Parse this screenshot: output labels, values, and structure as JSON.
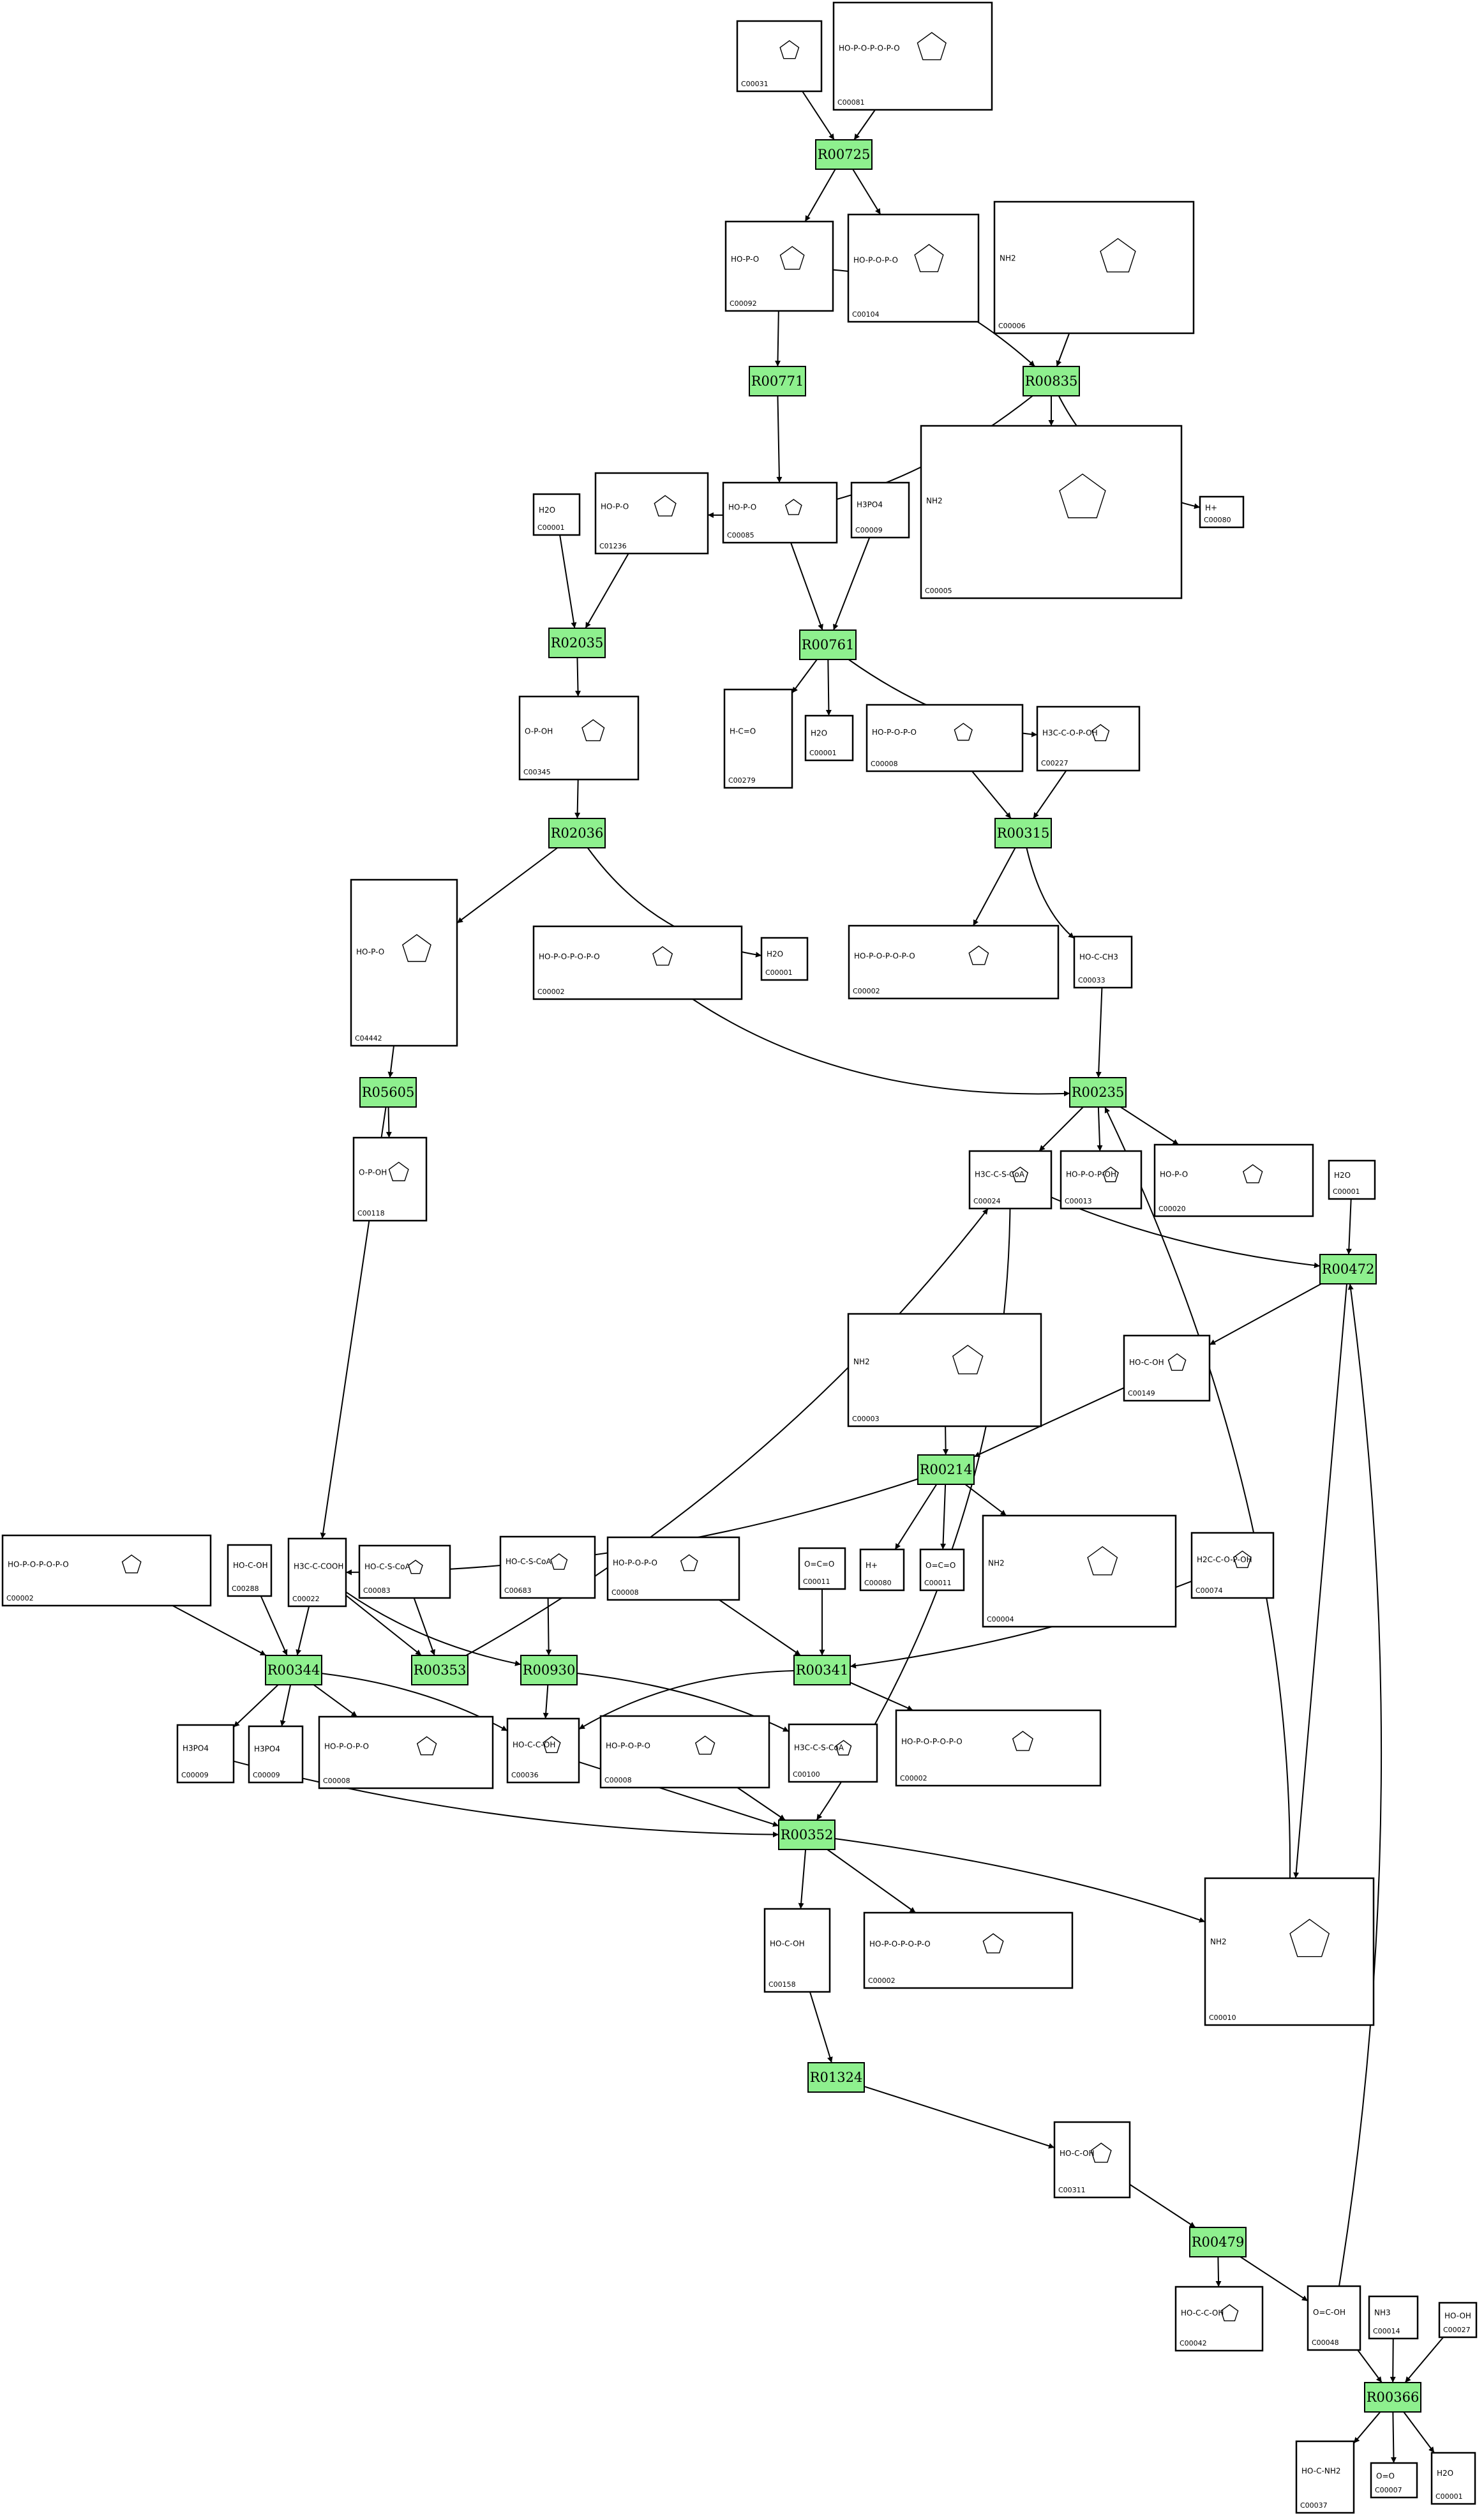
{
  "reactions": [
    "R00725",
    "R00835",
    "R00771",
    "R02035",
    "R00761",
    "R02036",
    "R00315",
    "R05605",
    "R00235",
    "R00472",
    "R00214",
    "R00344",
    "R00353",
    "R00930",
    "R00341",
    "R00352",
    "R01324",
    "R00479",
    "R00366"
  ],
  "compounds": {
    "c1": {
      "id": "C00031",
      "formula": ""
    },
    "c2": {
      "id": "C00081",
      "formula": "HO-P-O-P-O-P-O"
    },
    "c3": {
      "id": "C00092",
      "formula": "HO-P-O"
    },
    "c4": {
      "id": "C00104",
      "formula": "HO-P-O-P-O"
    },
    "c5": {
      "id": "C00006",
      "formula": "NH2"
    },
    "c6": {
      "id": "C00001",
      "formula": "H2O"
    },
    "c7": {
      "id": "C01236",
      "formula": "HO-P-O"
    },
    "c8": {
      "id": "C00085",
      "formula": "HO-P-O"
    },
    "c9": {
      "id": "C00009",
      "formula": "H3PO4"
    },
    "c10": {
      "id": "C00005",
      "formula": "NH2"
    },
    "c11": {
      "id": "C00080",
      "formula": "H+"
    },
    "c12": {
      "id": "C00345",
      "formula": "O-P-OH"
    },
    "c13": {
      "id": "C00279",
      "formula": "H-C=O"
    },
    "c14": {
      "id": "C00001",
      "formula": "H2O"
    },
    "c15": {
      "id": "C00008",
      "formula": "HO-P-O-P-O"
    },
    "c16": {
      "id": "C00227",
      "formula": "H3C-C-O-P-OH"
    },
    "c17": {
      "id": "C04442",
      "formula": "HO-P-O"
    },
    "c18": {
      "id": "C00001",
      "formula": "H2O"
    },
    "c19": {
      "id": "C00002",
      "formula": "HO-P-O-P-O-P-O"
    },
    "c20": {
      "id": "C00002",
      "formula": "HO-P-O-P-O-P-O"
    },
    "c21": {
      "id": "C00033",
      "formula": "HO-C-CH3"
    },
    "c22": {
      "id": "C00118",
      "formula": "O-P-OH"
    },
    "c23": {
      "id": "C00024",
      "formula": "H3C-C-S-CoA"
    },
    "c24": {
      "id": "C00013",
      "formula": "HO-P-O-P-OH"
    },
    "c25": {
      "id": "C00020",
      "formula": "HO-P-O"
    },
    "c26": {
      "id": "C00001",
      "formula": "H2O"
    },
    "c27": {
      "id": "C00003",
      "formula": "NH2"
    },
    "c28": {
      "id": "C00149",
      "formula": "HO-C-OH"
    },
    "c29": {
      "id": "C00002",
      "formula": "HO-P-O-P-O-P-O"
    },
    "c30": {
      "id": "C00288",
      "formula": "HO-C-OH"
    },
    "c31": {
      "id": "C00022",
      "formula": "H3C-C-COOH"
    },
    "c32": {
      "id": "C00083",
      "formula": "HO-C-S-CoA"
    },
    "c33": {
      "id": "C00683",
      "formula": "HO-C-S-CoA"
    },
    "c34": {
      "id": "C00008",
      "formula": "HO-P-O-P-O"
    },
    "c35": {
      "id": "C00011",
      "formula": "O=C=O"
    },
    "c36": {
      "id": "C00080",
      "formula": "H+"
    },
    "c37": {
      "id": "C00011",
      "formula": "O=C=O"
    },
    "c38": {
      "id": "C00004",
      "formula": "NH2"
    },
    "c39": {
      "id": "C00074",
      "formula": "H2C-C-O-P-OH"
    },
    "c40": {
      "id": "C00009",
      "formula": "H3PO4"
    },
    "c41": {
      "id": "C00009",
      "formula": "H3PO4"
    },
    "c42": {
      "id": "C00008",
      "formula": "HO-P-O-P-O"
    },
    "c43": {
      "id": "C00036",
      "formula": "HO-C-C-OH"
    },
    "c44": {
      "id": "C00008",
      "formula": "HO-P-O-P-O"
    },
    "c45": {
      "id": "C00100",
      "formula": "H3C-C-S-CoA"
    },
    "c46": {
      "id": "C00002",
      "formula": "HO-P-O-P-O-P-O"
    },
    "c47": {
      "id": "C00158",
      "formula": "HO-C-OH"
    },
    "c48": {
      "id": "C00002",
      "formula": "HO-P-O-P-O-P-O"
    },
    "c49": {
      "id": "C00010",
      "formula": "NH2"
    },
    "c50": {
      "id": "C00311",
      "formula": "HO-C-OH"
    },
    "c51": {
      "id": "C00042",
      "formula": "HO-C-C-OH"
    },
    "c52": {
      "id": "C00048",
      "formula": "O=C-OH"
    },
    "c53": {
      "id": "C00014",
      "formula": "NH3"
    },
    "c54": {
      "id": "C00027",
      "formula": "HO-OH"
    },
    "c55": {
      "id": "C00037",
      "formula": "HO-C-NH2"
    },
    "c56": {
      "id": "C00007",
      "formula": "O=O"
    },
    "c57": {
      "id": "C00001",
      "formula": "H2O"
    }
  }
}
